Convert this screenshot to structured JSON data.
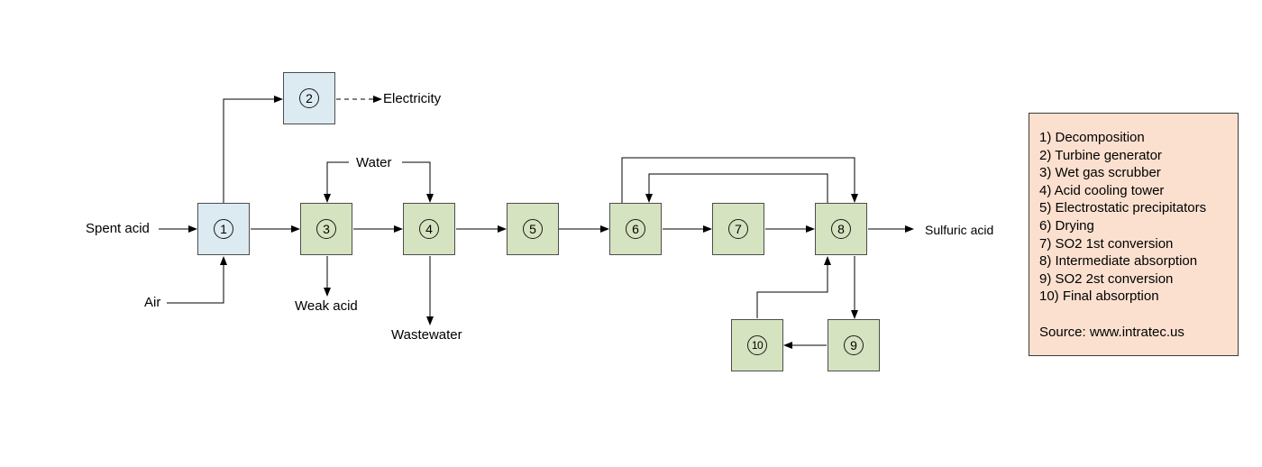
{
  "units": [
    {
      "id": "1"
    },
    {
      "id": "2"
    },
    {
      "id": "3"
    },
    {
      "id": "4"
    },
    {
      "id": "5"
    },
    {
      "id": "6"
    },
    {
      "id": "7"
    },
    {
      "id": "8"
    },
    {
      "id": "9"
    },
    {
      "id": "10"
    }
  ],
  "streams": {
    "spent_acid": "Spent acid",
    "air": "Air",
    "electricity": "Electricity",
    "water": "Water",
    "weak_acid": "Weak acid",
    "wastewater": "Wastewater",
    "sulfuric_acid": "Sulfuric acid"
  },
  "legend": {
    "items": [
      "1) Decomposition",
      "2) Turbine generator",
      "3) Wet gas scrubber",
      "4) Acid cooling tower",
      "5) Electrostatic precipitators",
      "6) Drying",
      "7) SO2 1st conversion",
      "8) Intermediate absorption",
      "9) SO2 2st conversion",
      "10) Final absorption"
    ],
    "source": "Source: www.intratec.us"
  },
  "colors": {
    "blue_unit": "#dcebf2",
    "green_unit": "#d5e3c0",
    "legend_bg": "#fbe0cf",
    "line": "#000000"
  }
}
